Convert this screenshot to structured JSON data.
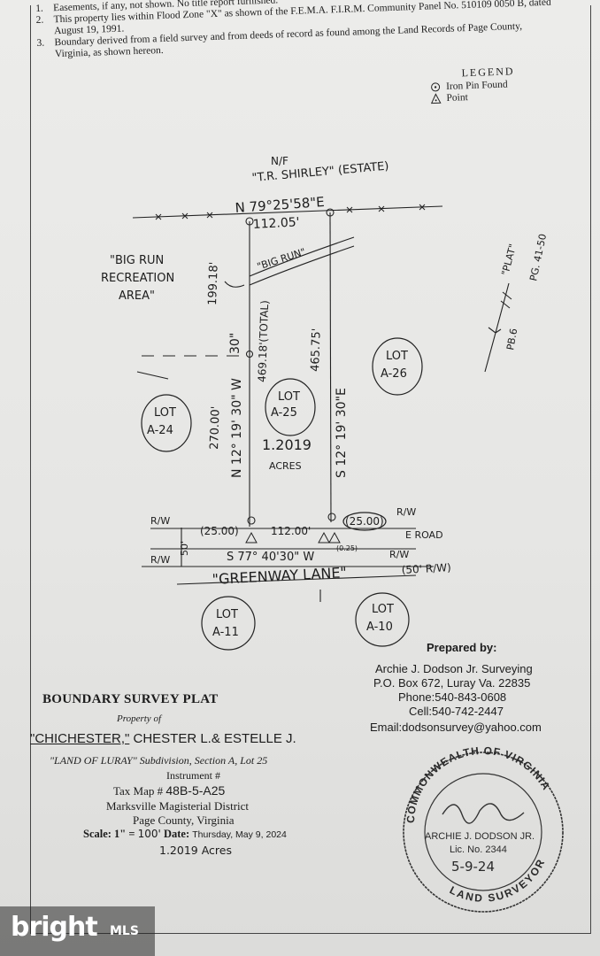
{
  "notes": [
    {
      "num": "1.",
      "text": "Easements, if any, not shown.  No title report furnished."
    },
    {
      "num": "2.",
      "text": "This property lies within Flood Zone \"X\" as shown of the F.E.M.A. F.I.R.M.  Community Panel No. 510109 0050 B, dated August 19, 1991."
    },
    {
      "num": "3.",
      "text": "Boundary derived from a field survey and from deeds of record as found among the Land Records of Page County, Virginia, as shown hereon."
    }
  ],
  "legend": {
    "title": "LEGEND",
    "iron_pin": "Iron Pin Found",
    "point": "Point"
  },
  "plat": {
    "north_owner_nf": "N/F",
    "north_owner": "\"T.R. SHIRLEY\" (ESTATE)",
    "north_bearing": "N 79°25'58\"E",
    "north_distance": "112.05'",
    "big_run_area": [
      "\"BIG RUN",
      "RECREATION",
      "AREA\""
    ],
    "big_run_stream": "\"BIG RUN\"",
    "west_dist_1": "199.18'",
    "west_dist_2": "270.00'",
    "west_bearing": "N 12° 19' 30\" W",
    "west_total": "469.18'(TOTAL)",
    "east_dist": "465.75'",
    "east_bearing": "S 12° 19' 30\"E",
    "lot_a25": [
      "LOT",
      "A-25"
    ],
    "lot_a24": [
      "LOT",
      "A-24"
    ],
    "lot_a26": [
      "LOT",
      "A-26"
    ],
    "lot_a11": [
      "LOT",
      "A-11"
    ],
    "lot_a10": [
      "LOT",
      "A-10"
    ],
    "acreage": "1.2019",
    "acres_word": "ACRES",
    "south_bearing": "S 77° 40'30\" W",
    "south_small": "(0.25)",
    "south_dist": "112.00'",
    "rw_left": "R/W",
    "rw_left2": "R/W",
    "rw_right": "R/W",
    "rw_right2": "R/W",
    "rw_25_left": "(25.00)",
    "rw_25_right": "(25.00)",
    "rw_50": "50'",
    "e_road": "E ROAD",
    "road_name": "\"GREENWAY LANE\"",
    "road_width": "(50' R/W)",
    "pb_label": "\"PLAT\"",
    "pb_ref": "PG. 41-50",
    "pb_book": "PB.6"
  },
  "title_block": {
    "heading": "BOUNDARY SURVEY PLAT",
    "property_of": "Property of",
    "owner_underlined": "\"CHICHESTER,\"",
    "owner_rest": " CHESTER L.& ESTELLE J.",
    "subdivision": "\"LAND OF LURAY\" Subdivision, Section A, Lot 25",
    "instrument": "Instrument #",
    "tax_map_label": "Tax Map # ",
    "tax_map_value": "48B-5-A25",
    "district": "Marksville Magisterial District",
    "county": "Page County, Virginia",
    "scale_label": "Scale: 1\" = ",
    "scale_value": "100'",
    "date_label": " Date: ",
    "date_value": "Thursday, May 9, 2024",
    "acres": "1.2019 Acres"
  },
  "prepared": {
    "label": "Prepared by:",
    "company": "Archie J. Dodson Jr. Surveying",
    "po_box": "P.O. Box 672, Luray Va. 22835",
    "phone": "Phone:540-843-0608",
    "cell": "Cell:540-742-2447",
    "email": "Email:dodsonsurvey@yahoo.com"
  },
  "seal": {
    "top": "COMMONWEALTH OF VIRGINIA",
    "name": "ARCHIE J. DODSON JR.",
    "lic": "Lic. No. 2344",
    "date": "5-9-24",
    "bottom": "LAND SURVEYOR"
  },
  "watermark": {
    "brand": "bright",
    "suffix": "MLS"
  }
}
